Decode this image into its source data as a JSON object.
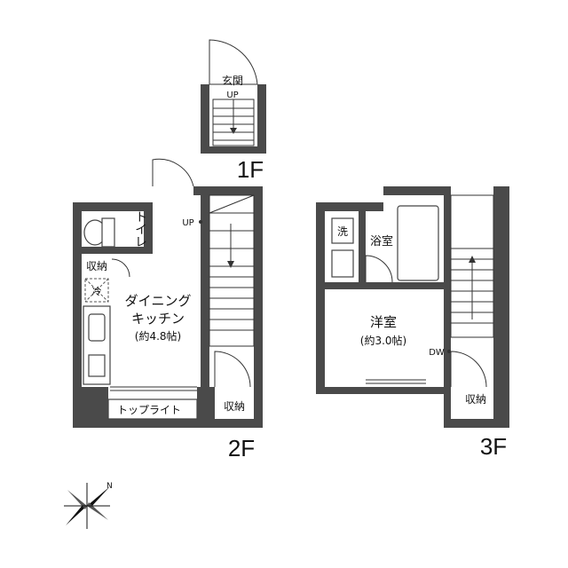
{
  "floors": {
    "f1": {
      "label": "1F",
      "rooms": {
        "entrance": "玄関"
      },
      "stair_up": "UP"
    },
    "f2": {
      "label": "2F",
      "rooms": {
        "toilet": "トイレ",
        "storage_left": "収納",
        "fridge": "冷",
        "dining_line1": "ダイニング",
        "dining_line2": "キッチン",
        "dining_size": "(約4.8帖)",
        "toplight": "トップライト",
        "storage_right": "収納"
      },
      "stair_up": "UP"
    },
    "f3": {
      "label": "3F",
      "rooms": {
        "washer": "洗",
        "bath": "浴室",
        "western_line1": "洋室",
        "western_size": "(約3.0帖)",
        "storage": "収納"
      },
      "dw": "DW"
    }
  },
  "compass": {
    "north": "N"
  }
}
